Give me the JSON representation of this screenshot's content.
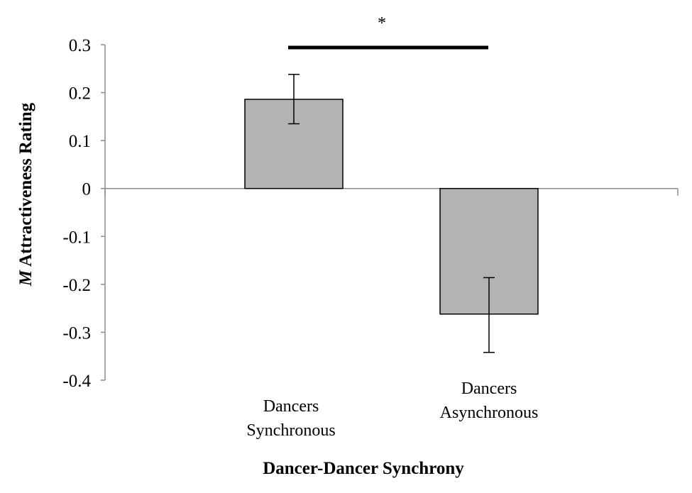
{
  "chart_data": {
    "type": "bar",
    "categories": [
      [
        "Dancers",
        "Synchronous"
      ],
      [
        "Dancers",
        "Asynchronous"
      ]
    ],
    "values": [
      0.186,
      -0.262
    ],
    "errors": [
      [
        0.135,
        0.238
      ],
      [
        -0.342,
        -0.186
      ]
    ],
    "ylim": [
      -0.4,
      0.3
    ],
    "yticks": [
      "0.3",
      "0.2",
      "0.1",
      "0",
      "-0.1",
      "-0.2",
      "-0.3",
      "-0.4"
    ],
    "ytick_values": [
      0.3,
      0.2,
      0.1,
      0,
      -0.1,
      -0.2,
      -0.3,
      -0.4
    ],
    "ylabel_italic": "M",
    "ylabel_rest": " Attractiveness Rating",
    "xlabel": "Dancer-Dancer Synchrony",
    "significance": "*",
    "bar_color": "#b3b3b3",
    "grid": false
  }
}
